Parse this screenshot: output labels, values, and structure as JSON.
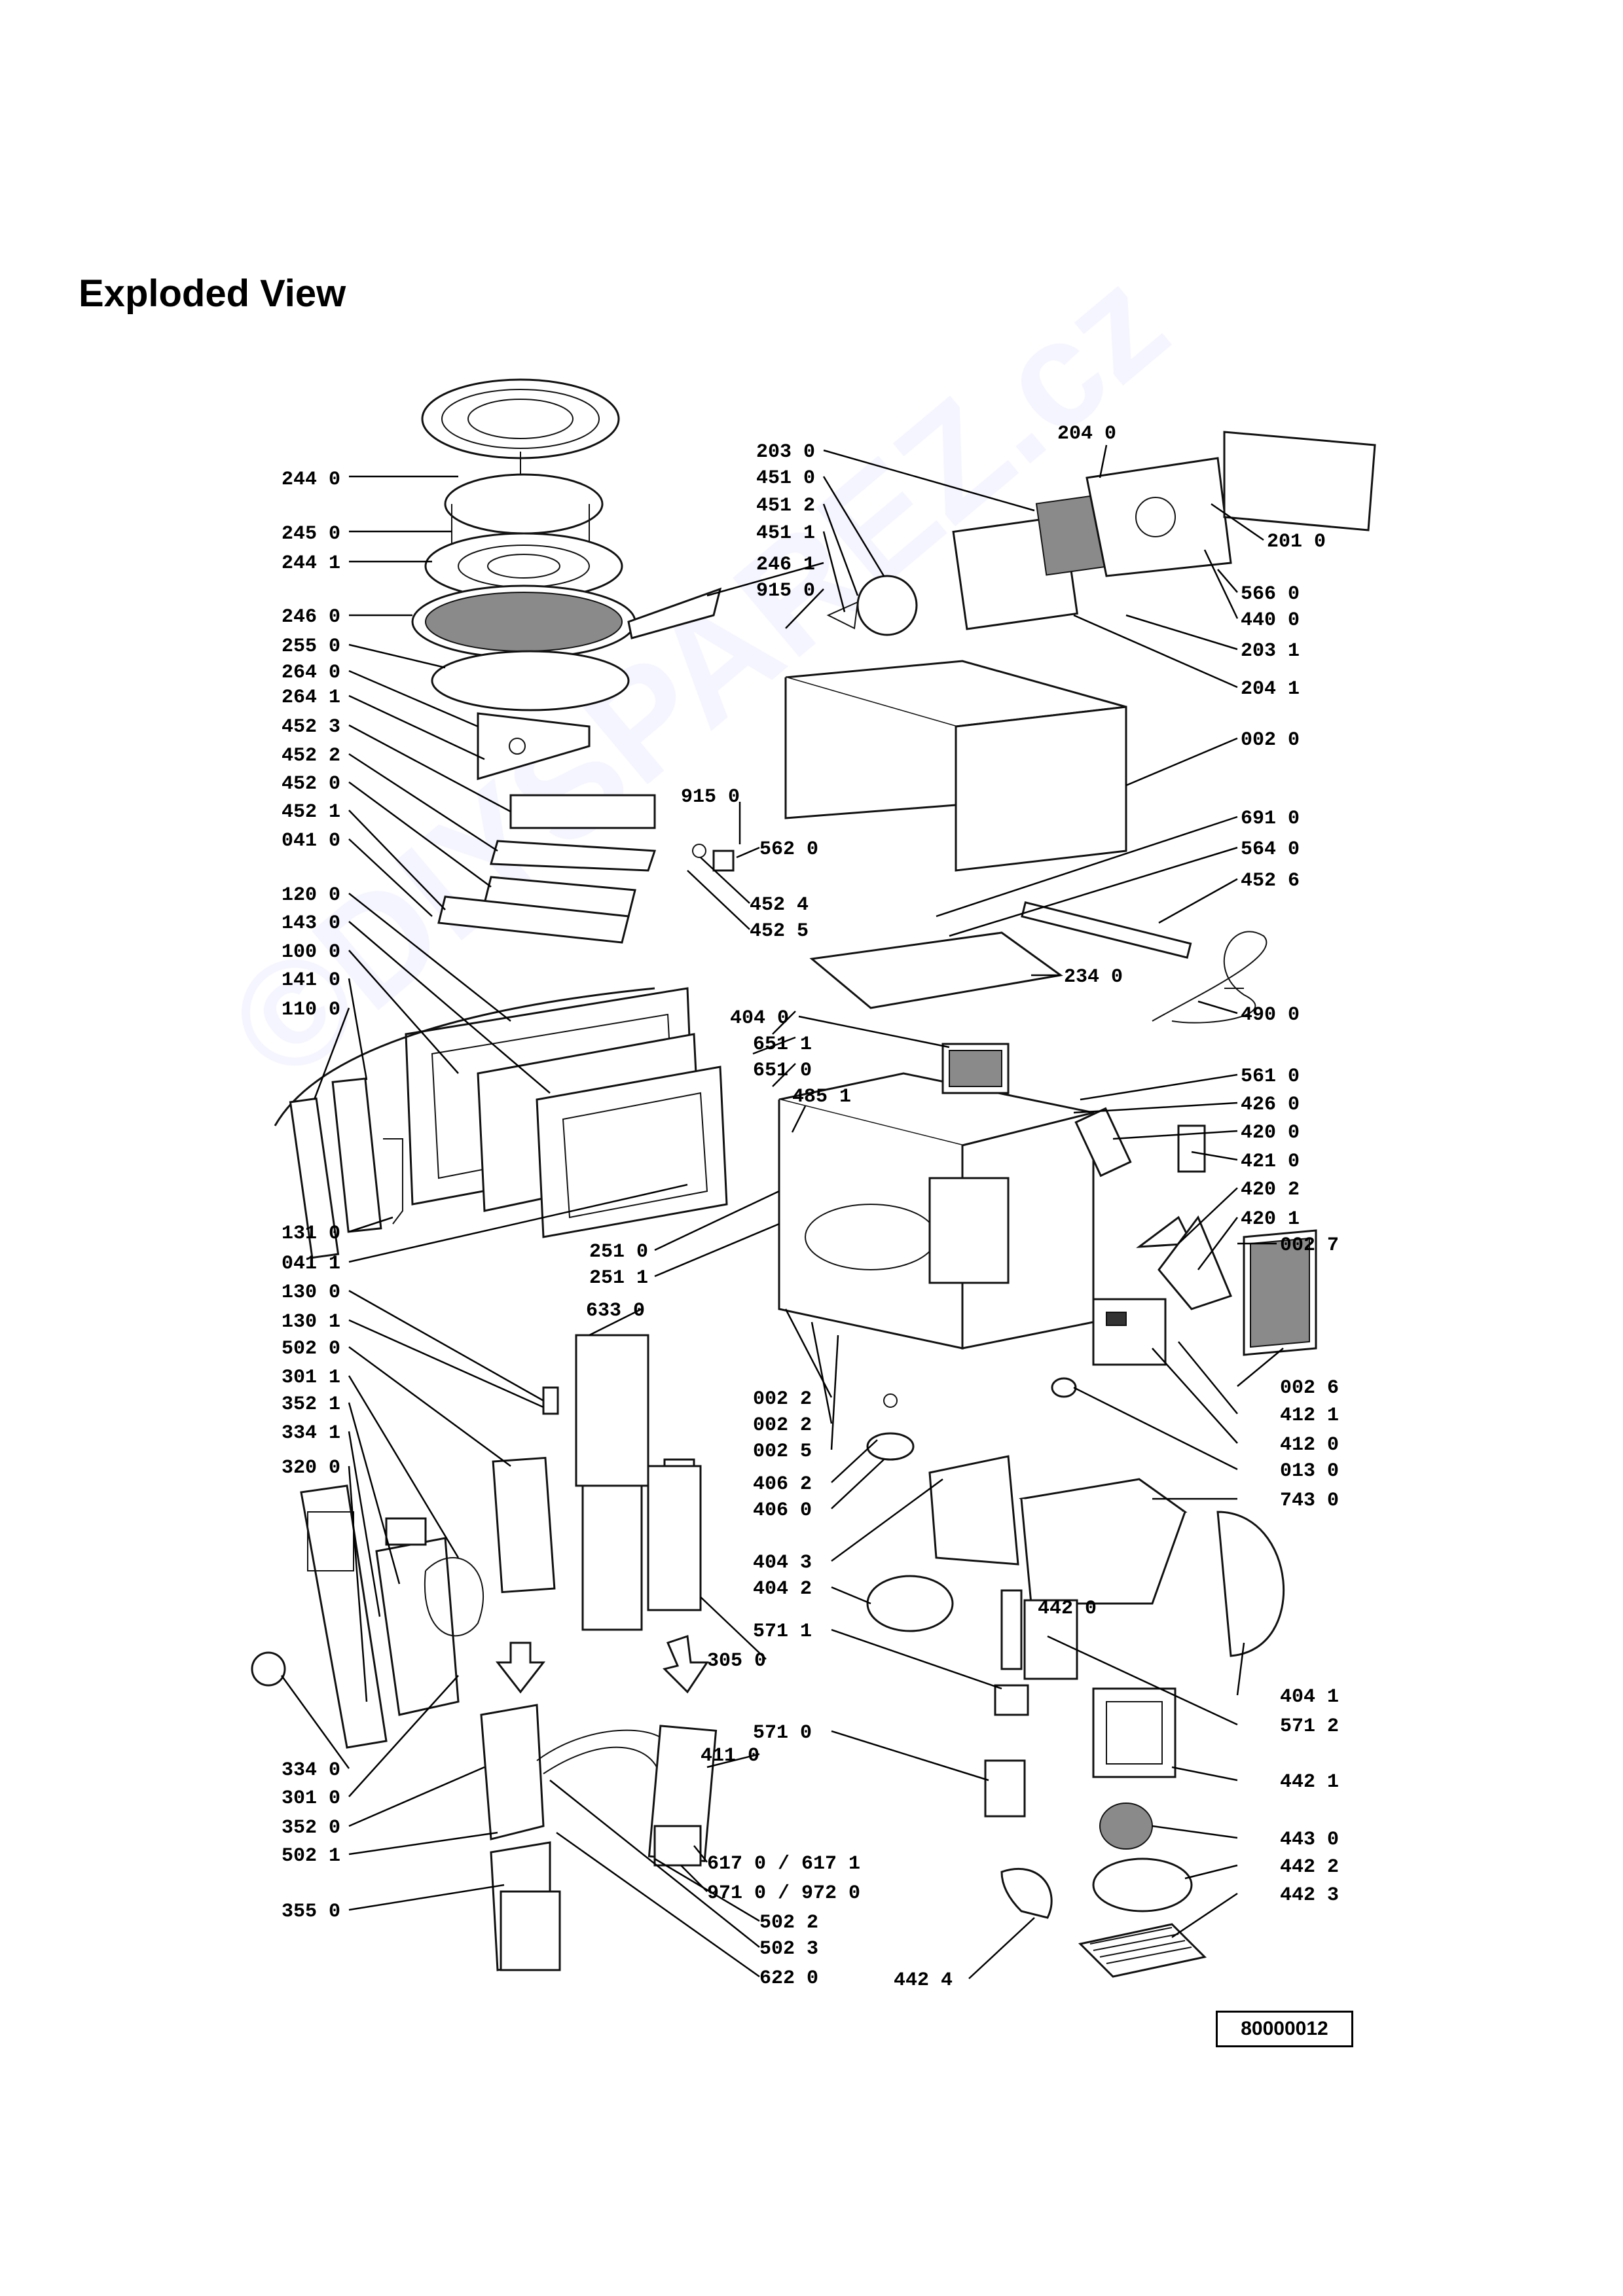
{
  "title": "Exploded View",
  "reference_number": "80000012",
  "watermark": "©DIYSPAREZ.cz",
  "part_labels": [
    {
      "id": "p2440",
      "text": "244 0"
    },
    {
      "id": "p2450",
      "text": "245 0"
    },
    {
      "id": "p2441",
      "text": "244 1"
    },
    {
      "id": "p2460",
      "text": "246 0"
    },
    {
      "id": "p2550",
      "text": "255 0"
    },
    {
      "id": "p2640",
      "text": "264 0"
    },
    {
      "id": "p2641",
      "text": "264 1"
    },
    {
      "id": "p4523",
      "text": "452 3"
    },
    {
      "id": "p4522",
      "text": "452 2"
    },
    {
      "id": "p4520",
      "text": "452 0"
    },
    {
      "id": "p4521",
      "text": "452 1"
    },
    {
      "id": "p0410",
      "text": "041 0"
    },
    {
      "id": "p1200",
      "text": "120 0"
    },
    {
      "id": "p1430",
      "text": "143 0"
    },
    {
      "id": "p1000",
      "text": "100 0"
    },
    {
      "id": "p1410",
      "text": "141 0"
    },
    {
      "id": "p1100",
      "text": "110 0"
    },
    {
      "id": "p1310",
      "text": "131 0"
    },
    {
      "id": "p0411",
      "text": "041 1"
    },
    {
      "id": "p1300",
      "text": "130 0"
    },
    {
      "id": "p1301",
      "text": "130 1"
    },
    {
      "id": "p5020",
      "text": "502 0"
    },
    {
      "id": "p3011",
      "text": "301 1"
    },
    {
      "id": "p3521",
      "text": "352 1"
    },
    {
      "id": "p3341",
      "text": "334 1"
    },
    {
      "id": "p3200",
      "text": "320 0"
    },
    {
      "id": "p3340",
      "text": "334 0"
    },
    {
      "id": "p3010",
      "text": "301 0"
    },
    {
      "id": "p3520",
      "text": "352 0"
    },
    {
      "id": "p5021",
      "text": "502 1"
    },
    {
      "id": "p3550",
      "text": "355 0"
    },
    {
      "id": "p2030",
      "text": "203 0"
    },
    {
      "id": "p4510",
      "text": "451 0"
    },
    {
      "id": "p4512",
      "text": "451 2"
    },
    {
      "id": "p4511",
      "text": "451 1"
    },
    {
      "id": "p2461",
      "text": "246 1"
    },
    {
      "id": "p9150a",
      "text": "915 0"
    },
    {
      "id": "p9150b",
      "text": "915 0"
    },
    {
      "id": "p5620",
      "text": "562 0"
    },
    {
      "id": "p4524",
      "text": "452 4"
    },
    {
      "id": "p4525",
      "text": "452 5"
    },
    {
      "id": "p6511",
      "text": "651 1"
    },
    {
      "id": "p6510",
      "text": "651 0"
    },
    {
      "id": "p4851",
      "text": "485 1"
    },
    {
      "id": "p2510",
      "text": "251 0"
    },
    {
      "id": "p2511",
      "text": "251 1"
    },
    {
      "id": "p6330",
      "text": "633 0"
    },
    {
      "id": "p0022a",
      "text": "002 2"
    },
    {
      "id": "p0022b",
      "text": "002 2"
    },
    {
      "id": "p0025",
      "text": "002 5"
    },
    {
      "id": "p4062",
      "text": "406 2"
    },
    {
      "id": "p4060",
      "text": "406 0"
    },
    {
      "id": "p4043",
      "text": "404 3"
    },
    {
      "id": "p4042",
      "text": "404 2"
    },
    {
      "id": "p3050",
      "text": "305 0"
    },
    {
      "id": "p5711",
      "text": "571 1"
    },
    {
      "id": "p4110",
      "text": "411 0"
    },
    {
      "id": "p5710",
      "text": "571 0"
    },
    {
      "id": "p6170",
      "text": "617 0 / 617 1"
    },
    {
      "id": "p9710",
      "text": "971 0 / 972 0"
    },
    {
      "id": "p5022",
      "text": "502 2"
    },
    {
      "id": "p5023",
      "text": "502 3"
    },
    {
      "id": "p6220",
      "text": "622 0"
    },
    {
      "id": "p4424",
      "text": "442 4"
    },
    {
      "id": "p2040",
      "text": "204 0"
    },
    {
      "id": "p2010",
      "text": "201 0"
    },
    {
      "id": "p5660",
      "text": "566 0"
    },
    {
      "id": "p4400",
      "text": "440 0"
    },
    {
      "id": "p2031",
      "text": "203 1"
    },
    {
      "id": "p2041",
      "text": "204 1"
    },
    {
      "id": "p0020",
      "text": "002 0"
    },
    {
      "id": "p6910",
      "text": "691 0"
    },
    {
      "id": "p5640",
      "text": "564 0"
    },
    {
      "id": "p4526",
      "text": "452 6"
    },
    {
      "id": "p2340",
      "text": "234 0"
    },
    {
      "id": "p4900",
      "text": "490 0"
    },
    {
      "id": "p4040",
      "text": "404 0"
    },
    {
      "id": "p5610",
      "text": "561 0"
    },
    {
      "id": "p4260",
      "text": "426 0"
    },
    {
      "id": "p4200",
      "text": "420 0"
    },
    {
      "id": "p4210",
      "text": "421 0"
    },
    {
      "id": "p4202",
      "text": "420 2"
    },
    {
      "id": "p4201",
      "text": "420 1"
    },
    {
      "id": "p0027",
      "text": "002 7"
    },
    {
      "id": "p0026",
      "text": "002 6"
    },
    {
      "id": "p4121",
      "text": "412 1"
    },
    {
      "id": "p4120",
      "text": "412 0"
    },
    {
      "id": "p0130",
      "text": "013 0"
    },
    {
      "id": "p7430",
      "text": "743 0"
    },
    {
      "id": "p4041",
      "text": "404 1"
    },
    {
      "id": "p5712",
      "text": "571 2"
    },
    {
      "id": "p4420",
      "text": "442 0"
    },
    {
      "id": "p4421",
      "text": "442 1"
    },
    {
      "id": "p4430",
      "text": "443 0"
    },
    {
      "id": "p4422",
      "text": "442 2"
    },
    {
      "id": "p4423",
      "text": "442 3"
    }
  ]
}
